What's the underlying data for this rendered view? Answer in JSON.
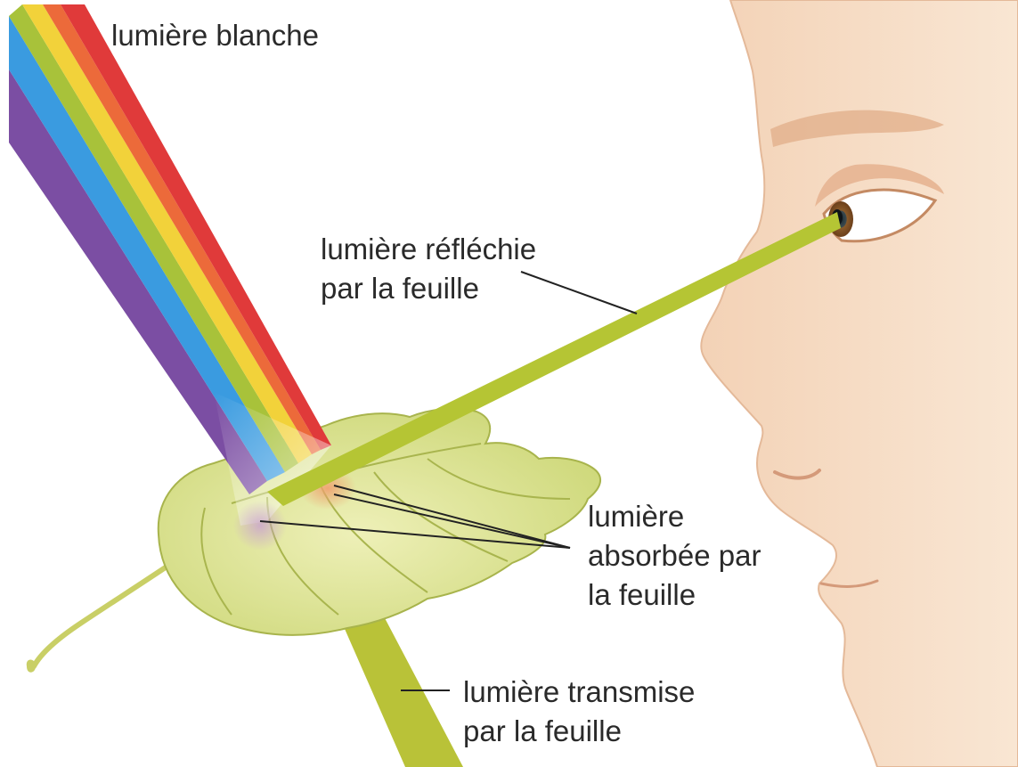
{
  "labels": {
    "white_light": "lumière blanche",
    "reflected_line1": "lumière réfléchie",
    "reflected_line2": "par la feuille",
    "absorbed_line1": "lumière",
    "absorbed_line2": "absorbée par",
    "absorbed_line3": "la feuille",
    "transmitted_line1": "lumière transmise",
    "transmitted_line2": "par la feuille"
  },
  "colors": {
    "spectrum": [
      "#7b4ea3",
      "#3a9be0",
      "#a8c23a",
      "#f2d23a",
      "#ec6a3a",
      "#e03a3a"
    ],
    "reflected_beam": "#b5c534",
    "leaf": "#d8df8e",
    "skin": "#f6dcc4",
    "leader_line": "#222222"
  }
}
